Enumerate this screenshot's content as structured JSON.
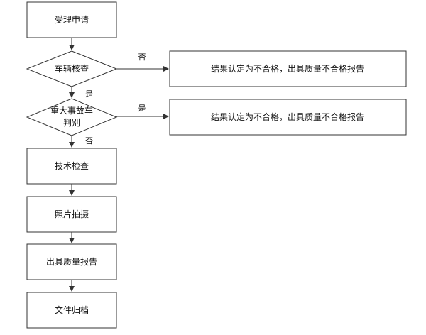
{
  "steps": {
    "apply": "受理申请",
    "vehicle_check": "车辆核查",
    "accident_line1": "重大事故车",
    "accident_line2": "判别",
    "tech_check": "技术检查",
    "photo": "照片拍摄",
    "report": "出具质量报告",
    "archive": "文件归档"
  },
  "outcomes": {
    "fail_1": "结果认定为不合格，出具质量不合格报告",
    "fail_2": "结果认定为不合格，出具质量不合格报告"
  },
  "edge_labels": {
    "vehicle_no": "否",
    "vehicle_yes": "是",
    "accident_yes": "是",
    "accident_no": "否"
  }
}
